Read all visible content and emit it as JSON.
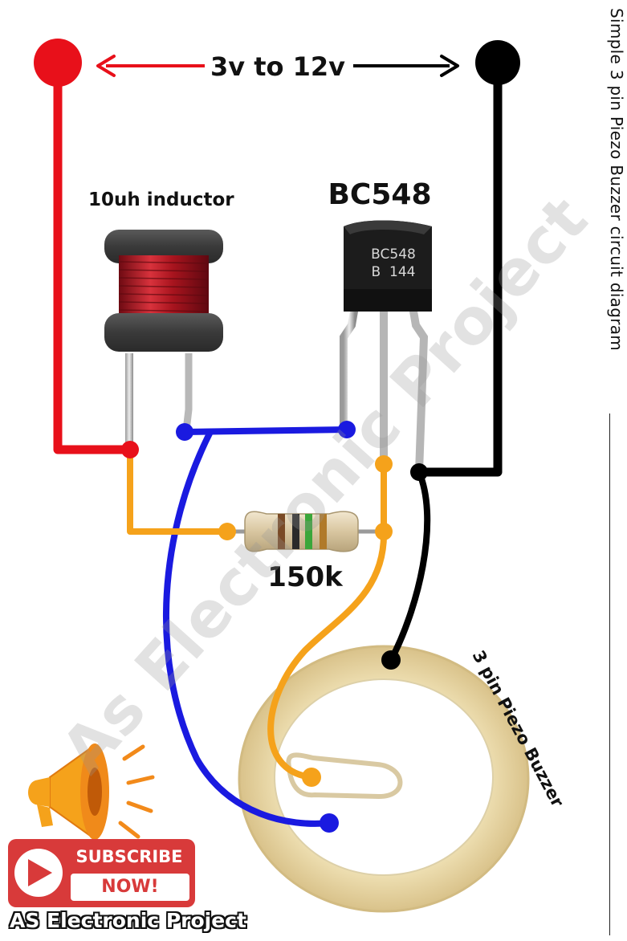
{
  "title": "Simple 3 pin Piezo Buzzer circuit diagram",
  "supply_label": "3v to 12v",
  "inductor_label": "10uh inductor",
  "transistor_label": "BC548",
  "transistor_marking_line1": "BC548",
  "transistor_marking_line2": "B  144",
  "resistor_label": "150k",
  "buzzer_label": "3 pin Piezo Buzzer",
  "watermark": "As Electronic Project",
  "subscribe_line1": "SUBSCRIBE",
  "subscribe_line2": "NOW!",
  "brand": "AS Electronic Project",
  "colors": {
    "positive": "#e8101a",
    "negative": "#000000",
    "feedback": "#1a1ae0",
    "bias": "#f5a21b",
    "coil": "#b01822",
    "piezo": "#e8d6a2",
    "subscribe": "#d83a3a"
  },
  "icons": [
    "megaphone-icon",
    "play-icon"
  ]
}
